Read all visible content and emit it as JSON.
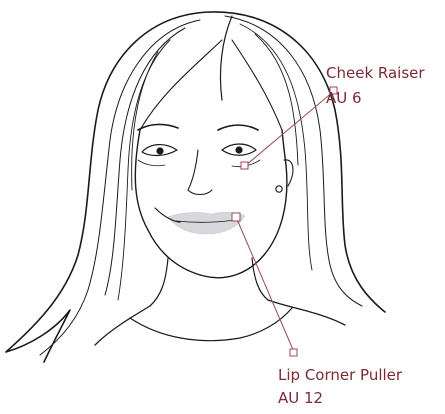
{
  "colors": {
    "label_text": "#7b2a36",
    "leader_line": "#9a4a55",
    "line_art": "#1a1a1a",
    "lip_fill": "#d6d8dc"
  },
  "annotations": [
    {
      "name": "Cheek Raiser",
      "code": "AU 6"
    },
    {
      "name": "Lip Corner Puller",
      "code": "AU 12"
    }
  ]
}
